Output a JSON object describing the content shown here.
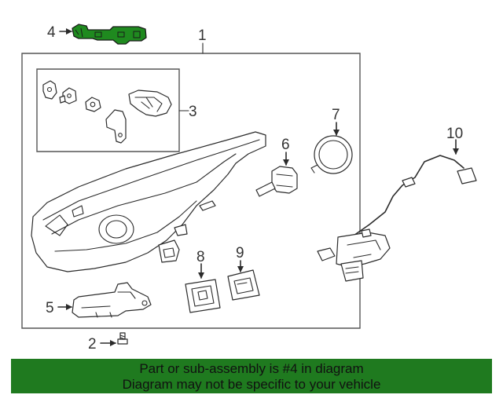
{
  "callouts": {
    "c1": "1",
    "c2": "2",
    "c3": "3",
    "c4": "4",
    "c5": "5",
    "c6": "6",
    "c7": "7",
    "c8": "8",
    "c9": "9",
    "c10": "10"
  },
  "highlight": {
    "part_number": "4",
    "color": "#1f7a1f"
  },
  "banner": {
    "line1": "Part or sub-assembly is #4 in diagram",
    "line2": "Diagram may not be specific to your vehicle",
    "background": "#1f7a1f"
  }
}
